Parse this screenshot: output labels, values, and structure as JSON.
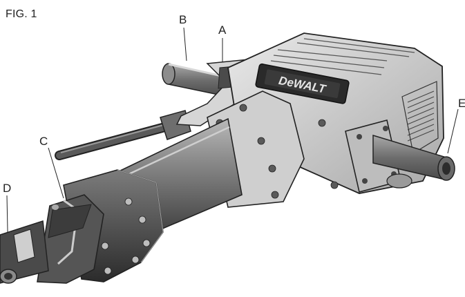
{
  "figure": {
    "title": "FIG. 1",
    "callouts": {
      "a": "A",
      "b": "B",
      "c": "C",
      "d": "D",
      "e": "E"
    },
    "logo_text": "DeWALT"
  }
}
